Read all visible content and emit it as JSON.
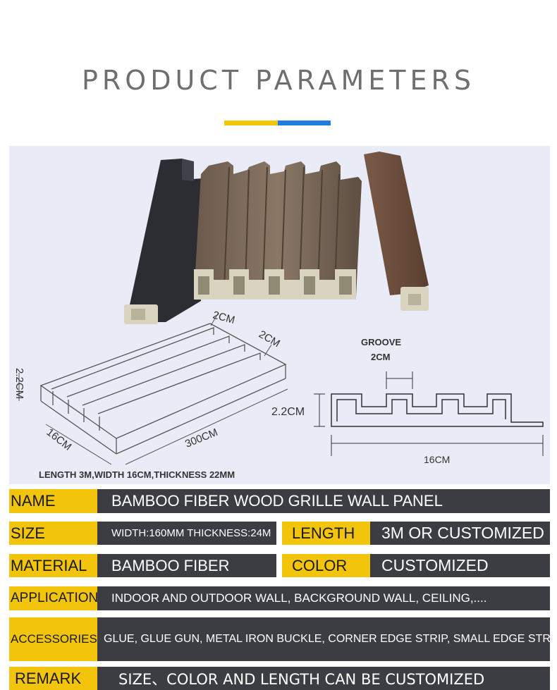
{
  "header": {
    "title": "PRODUCT PARAMETERS"
  },
  "diagram": {
    "dim_2cm_a": "2CM",
    "dim_2cm_b": "2CM",
    "dim_height_left": "2.2CM",
    "dim_width_left": "16CM",
    "dim_length": "300CM",
    "caption": "LENGTH 3M,WIDTH 16CM,THICKNESS 22MM",
    "groove_label": "GROOVE",
    "groove_width": "2CM",
    "profile_height": "2.2CM",
    "profile_width": "16CM"
  },
  "specs": {
    "name_label": "NAME",
    "name_value": "BAMBOO FIBER WOOD GRILLE WALL PANEL",
    "size_label": "SIZE",
    "size_value": "WIDTH:160MM THICKNESS:24M",
    "length_label": "LENGTH",
    "length_value": "3M OR CUSTOMIZED",
    "material_label": "MATERIAL",
    "material_value": "BAMBOO FIBER",
    "color_label": "COLOR",
    "color_value": "CUSTOMIZED",
    "application_label": "APPLICATION",
    "application_value": "INDOOR AND OUTDOOR WALL, BACKGROUND WALL, CEILING,....",
    "accessories_label": "ACCESSORIES",
    "accessories_value": "GLUE, GLUE GUN, METAL IRON BUCKLE, CORNER EDGE STRIP, SMALL EDGE STRIP",
    "remark_label": "REMARK",
    "remark_value": "SIZE、COLOR AND LENGTH CAN BE CUSTOMIZED"
  },
  "colors": {
    "accent_yellow": "#f2c40c",
    "accent_blue": "#1f7de0",
    "value_bg": "#3b3d42"
  }
}
